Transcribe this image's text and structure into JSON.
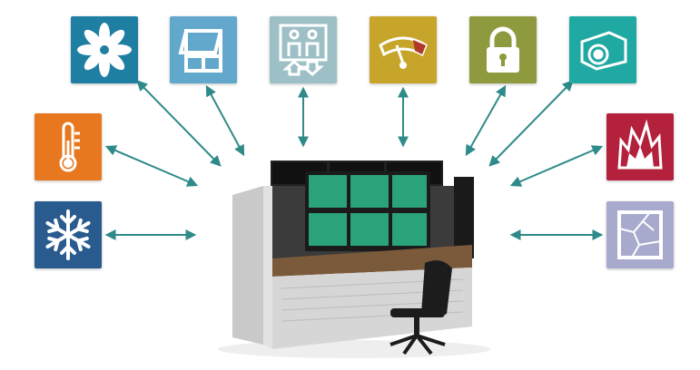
{
  "diagram": {
    "center": {
      "name": "control-room-console",
      "monitor_count": 6,
      "rear_monitor_count": 3
    },
    "arrow_color": "#2f8a8a",
    "icons": [
      {
        "id": "fan",
        "label_icon": "fan-icon",
        "color": "#1f7fa3"
      },
      {
        "id": "window",
        "label_icon": "window-awning-icon",
        "color": "#62a8cc"
      },
      {
        "id": "elevator",
        "label_icon": "elevator-icon",
        "color": "#9dbfc6"
      },
      {
        "id": "gauge",
        "label_icon": "gauge-icon",
        "color": "#c7a52a"
      },
      {
        "id": "lock",
        "label_icon": "lock-icon",
        "color": "#8e9a3d"
      },
      {
        "id": "camera",
        "label_icon": "camera-icon",
        "color": "#20a8a2"
      },
      {
        "id": "thermometer",
        "label_icon": "thermometer-icon",
        "color": "#e8781f"
      },
      {
        "id": "snowflake",
        "label_icon": "snowflake-icon",
        "color": "#2a5b8e"
      },
      {
        "id": "fire",
        "label_icon": "fire-icon",
        "color": "#b3213c"
      },
      {
        "id": "broken-glass",
        "label_icon": "broken-glass-icon",
        "color": "#a8aacd"
      }
    ]
  }
}
